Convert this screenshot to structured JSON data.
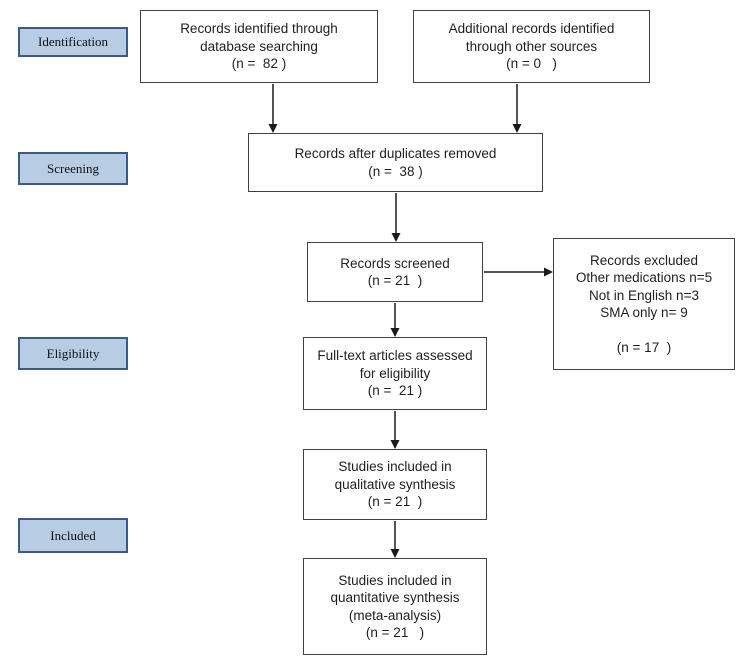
{
  "stages": {
    "identification": "Identification",
    "screening": "Screening",
    "eligibility": "Eligibility",
    "included": "Included"
  },
  "boxes": {
    "identified": {
      "lines": [
        "Records identified through",
        "database searching",
        "(n =  82 )"
      ]
    },
    "additional": {
      "lines": [
        "Additional records identified",
        "through other sources",
        "(n = 0   )"
      ]
    },
    "duplicates": {
      "lines": [
        "Records after duplicates removed",
        "(n =  38 )"
      ]
    },
    "screened": {
      "lines": [
        "Records screened",
        "(n = 21  )"
      ]
    },
    "excluded": {
      "lines": [
        "Records excluded",
        "Other medications n=5",
        "Not in English n=3",
        "SMA only n= 9",
        " ",
        "(n = 17  )"
      ]
    },
    "fulltext": {
      "lines": [
        "Full-text articles assessed",
        "for eligibility",
        "(n =  21 )"
      ]
    },
    "qualitative": {
      "lines": [
        "Studies included in",
        "qualitative synthesis",
        "(n = 21  )"
      ]
    },
    "quantitative": {
      "lines": [
        "Studies included in",
        "quantitative synthesis",
        "(meta-analysis)",
        "(n = 21   )"
      ]
    }
  },
  "colors": {
    "stage_fill": "#b8cce4",
    "stage_border": "#3c5a87",
    "box_border": "#404040",
    "arrow": "#1a1a1a",
    "text": "#1f1f1f"
  }
}
